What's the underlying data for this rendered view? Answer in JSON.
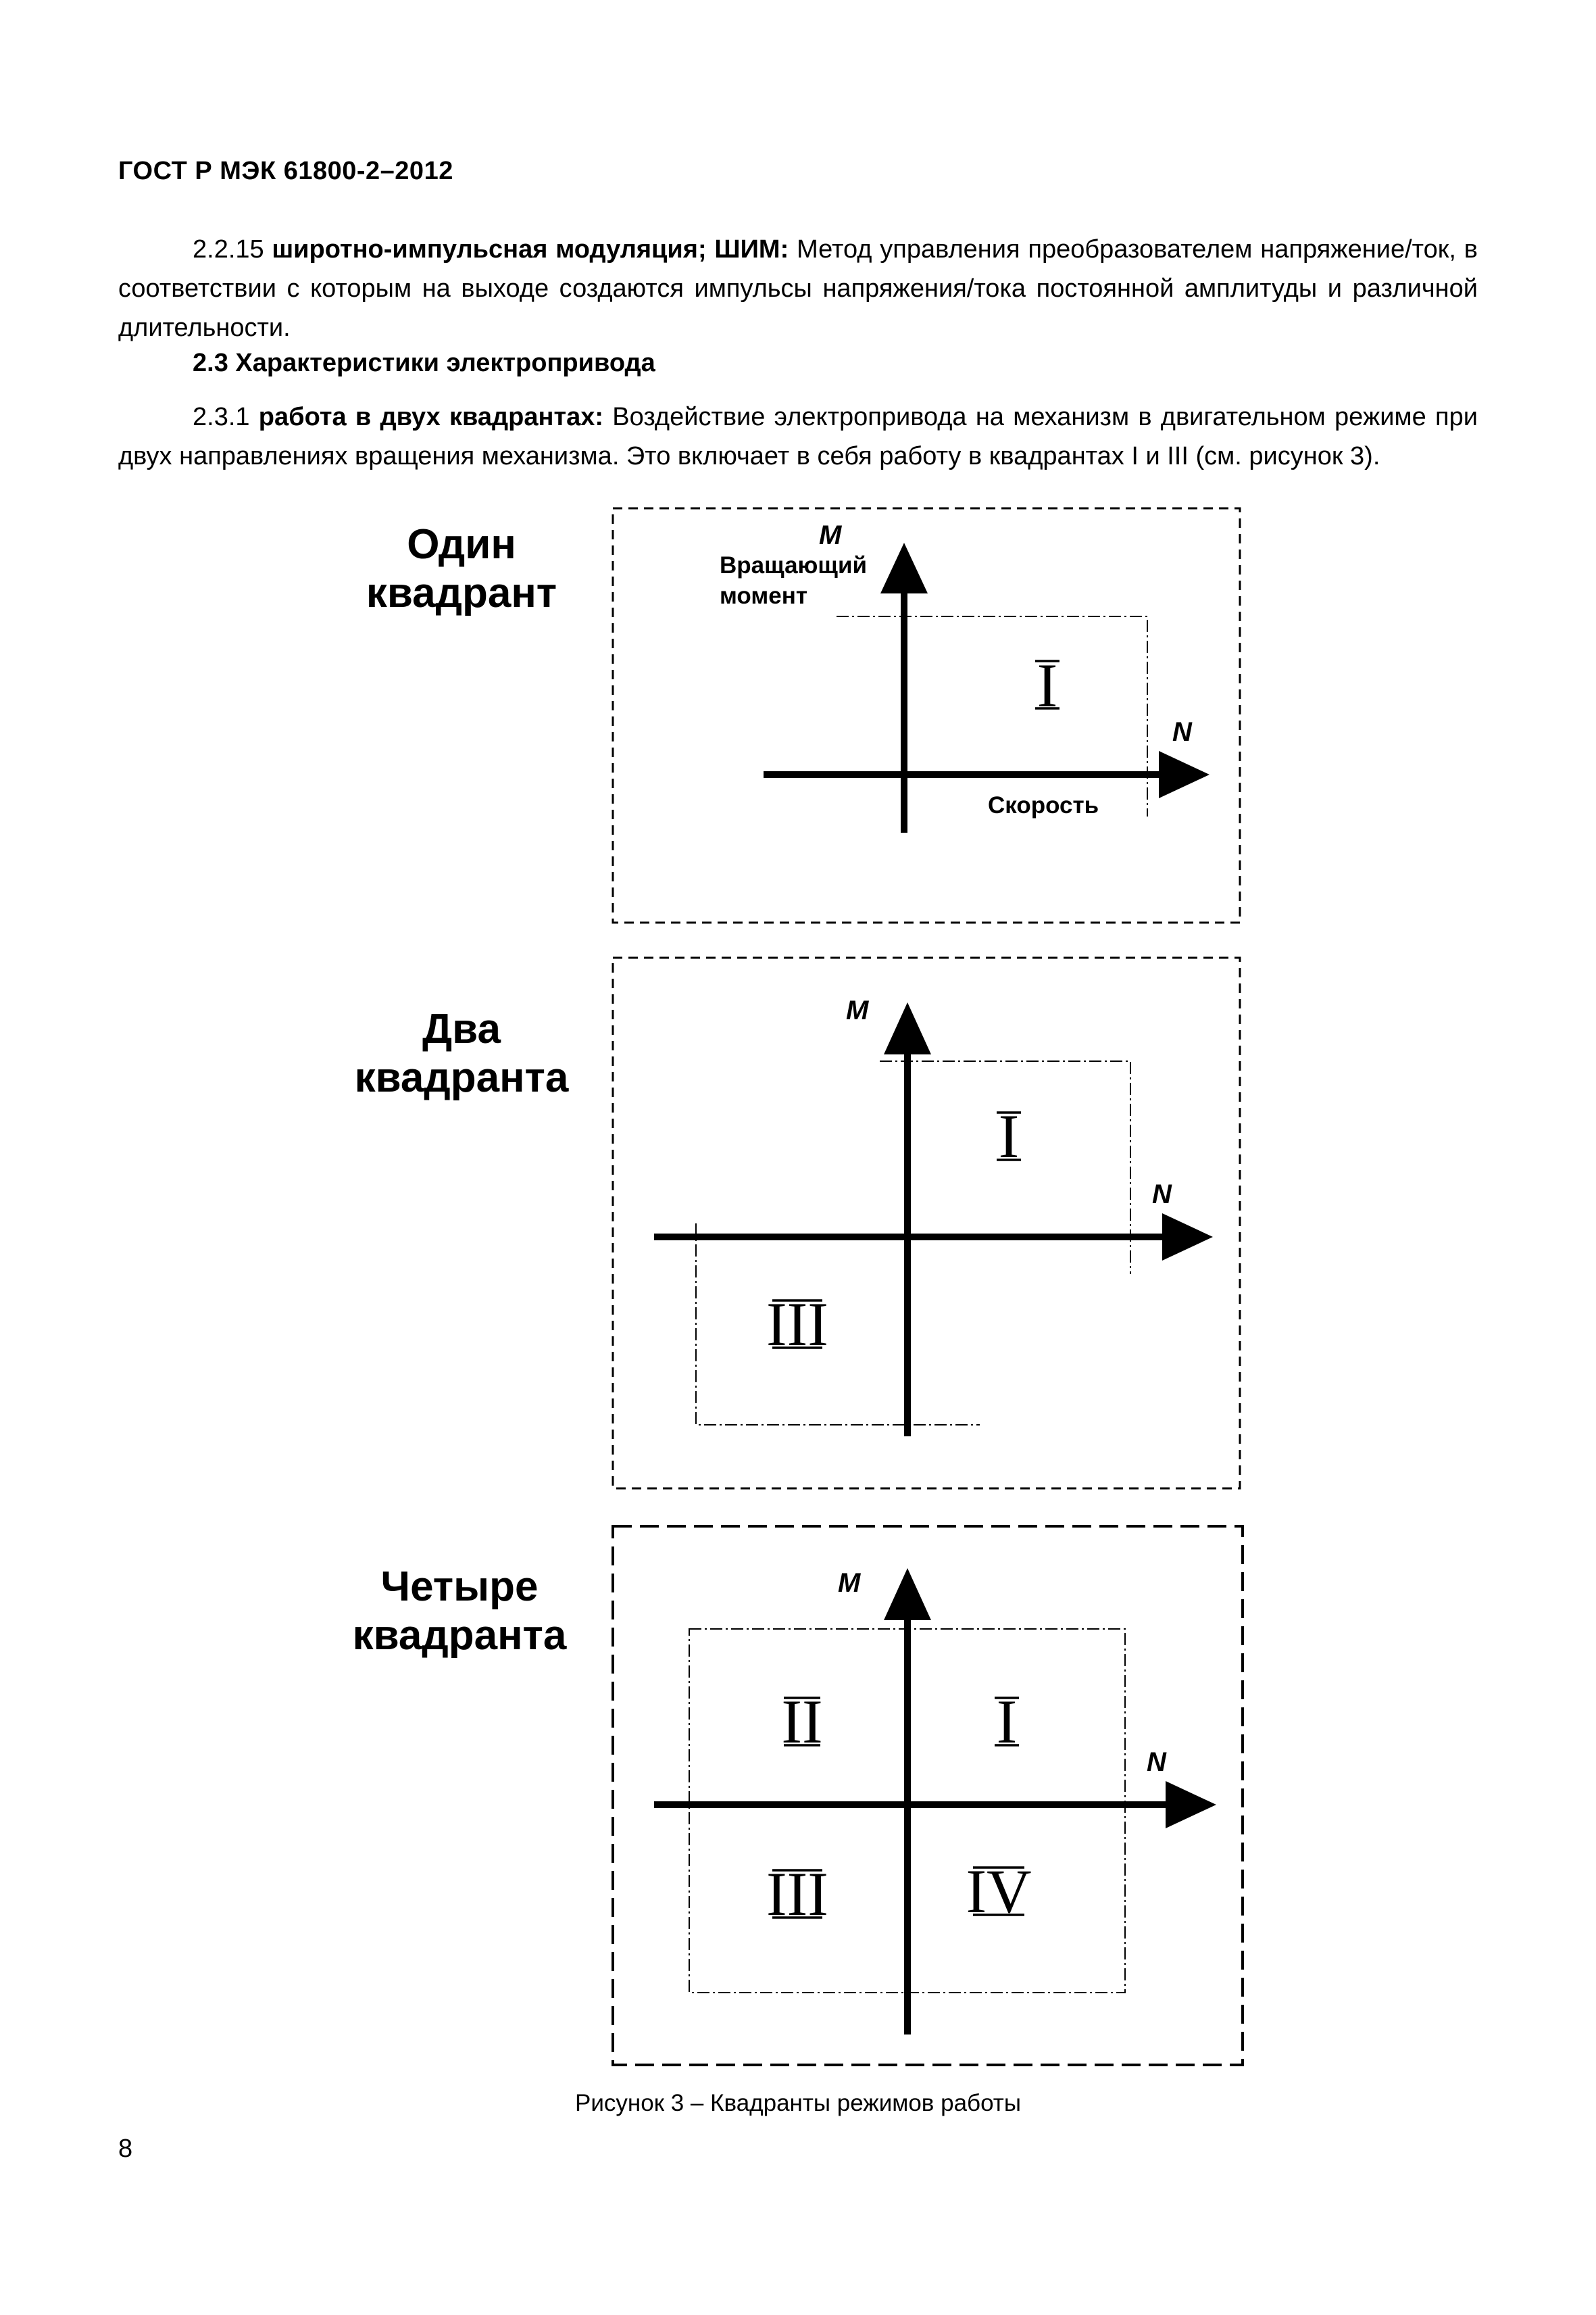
{
  "header": {
    "doc_code": "ГОСТ Р МЭК 61800-2–2012"
  },
  "para_2215": {
    "number": "2.2.15",
    "term": "широтно-импульсная модуляция; ШИМ:",
    "definition": "Метод управления преобразователем напряжение/ток, в соответствии с которым на выходе создаются импульсы напряжения/тока постоянной амплитуды и различной длительности."
  },
  "section_23": {
    "heading": "2.3 Характеристики электропривода"
  },
  "para_231": {
    "number": "2.3.1",
    "term": "работа в двух квадрантах:",
    "definition": "Воздействие электропривода на механизм в двигательном режиме при двух направлениях вращения механизма. Это включает в себя работу в квадрантах I и III (см. рисунок 3)."
  },
  "figure": {
    "panels": [
      {
        "label_line1": "Один",
        "label_line2": "квадрант",
        "m_axis": "M",
        "m_axis_desc_line1": "Вращающий",
        "m_axis_desc_line2": "момент",
        "n_axis": "N",
        "n_axis_desc": "Скорость",
        "quadrant_I": "I"
      },
      {
        "label_line1": "Два",
        "label_line2": "квадранта",
        "m_axis": "M",
        "n_axis": "N",
        "quadrant_I": "I",
        "quadrant_III": "III"
      },
      {
        "label_line1": "Четыре",
        "label_line2": "квадранта",
        "m_axis": "M",
        "n_axis": "N",
        "quadrant_I": "I",
        "quadrant_II": "II",
        "quadrant_III": "III",
        "quadrant_IV": "IV"
      }
    ],
    "caption": "Рисунок 3 – Квадранты режимов работы"
  },
  "page_number": "8"
}
